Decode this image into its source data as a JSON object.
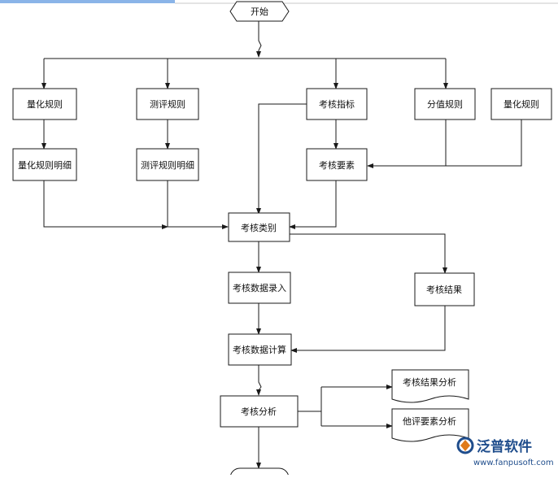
{
  "flow": {
    "start": "开始",
    "lh_rule_1": "量化规则",
    "cp_rule": "测评规则",
    "indicator": "考核指标",
    "score_rule": "分值规则",
    "lh_rule_2": "量化规则",
    "lh_detail": "量化规则明细",
    "cp_detail": "测评规则明细",
    "element": "考核要素",
    "category": "考核类别",
    "data_entry": "考核数据录入",
    "result": "考核结果",
    "calc": "考核数据计算",
    "analysis": "考核分析",
    "result_analysis": "考核结果分析",
    "peer_analysis": "他评要素分析"
  },
  "watermark": {
    "brand": "泛普软件",
    "url": "www.fanpusoft.com"
  },
  "colors": {
    "stroke": "#1a1a1a",
    "top_bar": "#8ab4e8",
    "brand": "#1f4d8c"
  }
}
